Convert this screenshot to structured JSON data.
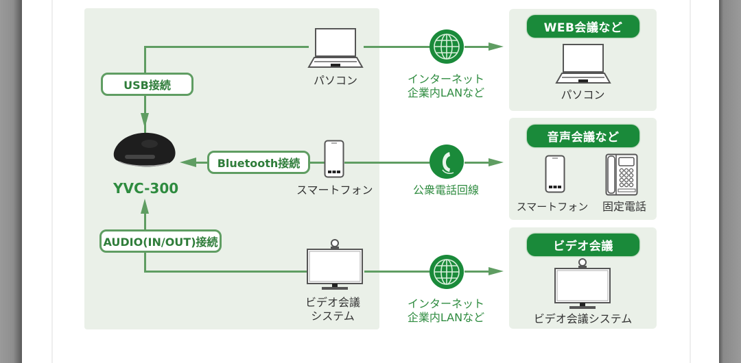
{
  "colors": {
    "panel_bg": "#eaf0e8",
    "line": "#5f9d62",
    "badge_bg": "#1a8a3a",
    "label_green": "#2e8b3f",
    "text_dark": "#333333"
  },
  "device": {
    "model": "YVC-300",
    "icon": "speakerphone-icon"
  },
  "connections": [
    {
      "label": "USB接続",
      "source_device": "パソコン",
      "source_icon": "laptop-icon",
      "network_icon": "globe-icon",
      "network_label_line1": "インターネット",
      "network_label_line2": "企業内LANなど"
    },
    {
      "label": "Bluetooth接続",
      "source_device": "スマートフォン",
      "source_icon": "smartphone-icon",
      "network_icon": "telephone-handset-icon",
      "network_label_line1": "公衆電話回線",
      "network_label_line2": ""
    },
    {
      "label": "AUDIO(IN/OUT)接続",
      "source_device_line1": "ビデオ会議",
      "source_device_line2": "システム",
      "source_icon": "video-conference-display-icon",
      "network_icon": "globe-icon",
      "network_label_line1": "インターネット",
      "network_label_line2": "企業内LANなど"
    }
  ],
  "results": [
    {
      "badge": "WEB会議など",
      "items": [
        {
          "label": "パソコン",
          "icon": "laptop-icon"
        }
      ]
    },
    {
      "badge": "音声会議など",
      "items": [
        {
          "label": "スマートフォン",
          "icon": "smartphone-icon"
        },
        {
          "label": "固定電話",
          "icon": "desk-phone-icon"
        }
      ]
    },
    {
      "badge": "ビデオ会議",
      "items": [
        {
          "label": "ビデオ会議システム",
          "icon": "video-conference-display-icon"
        }
      ]
    }
  ]
}
